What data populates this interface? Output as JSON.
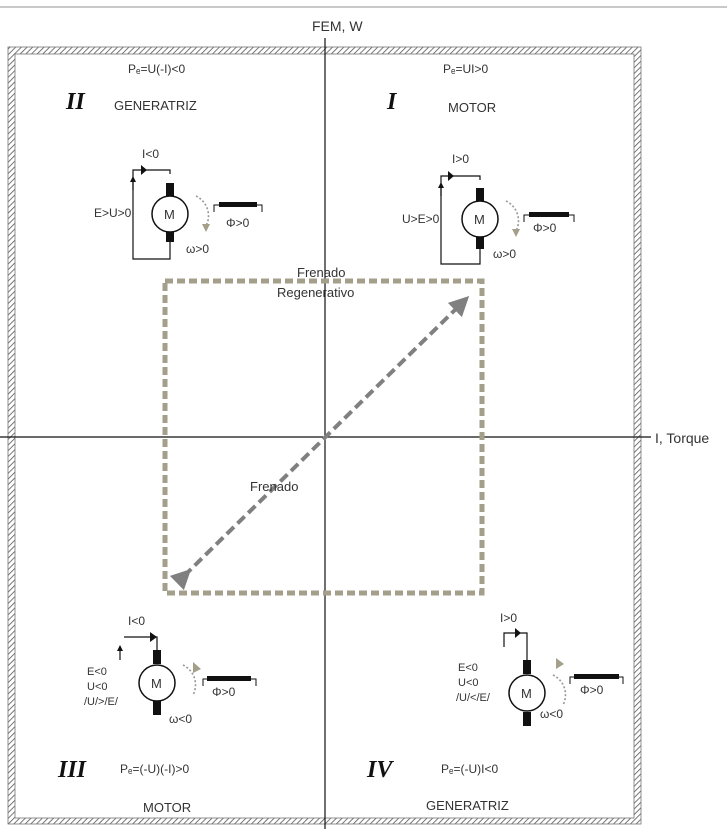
{
  "axes": {
    "y_label": "FEM, W",
    "x_label": "I, Torque"
  },
  "quadrants": {
    "q1": {
      "numeral": "I",
      "mode": "MOTOR",
      "power": "Pₑ=UI>0",
      "current": "I>0",
      "emf": "U>E>0",
      "omega": "ω>0",
      "flux": "Φ>0",
      "motor": "M"
    },
    "q2": {
      "numeral": "II",
      "mode": "GENERATRIZ",
      "power": "Pₑ=U(-I)<0",
      "current": "I<0",
      "emf": "E>U>0",
      "omega": "ω>0",
      "flux": "Φ>0",
      "motor": "M"
    },
    "q3": {
      "numeral": "III",
      "mode": "MOTOR",
      "power": "Pₑ=(-U)(-I)>0",
      "current": "I<0",
      "cond1": "E<0",
      "cond2": "U<0",
      "cond3": "/U/>/E/",
      "omega": "ω<0",
      "flux": "Φ>0",
      "motor": "M"
    },
    "q4": {
      "numeral": "IV",
      "mode": "GENERATRIZ",
      "power": "Pₑ=(-U)I<0",
      "current": "I>0",
      "cond1": "E<0",
      "cond2": "U<0",
      "cond3": "/U/</E/",
      "omega": "ω<0",
      "flux": "Φ>0",
      "motor": "M"
    }
  },
  "regions": {
    "regen_line1": "Frenado",
    "regen_line2": "Regenerativo",
    "braking": "Frenado"
  },
  "colors": {
    "dashed_box": "#a39f8a",
    "arrow": "#808080",
    "hatch": "#555555"
  }
}
